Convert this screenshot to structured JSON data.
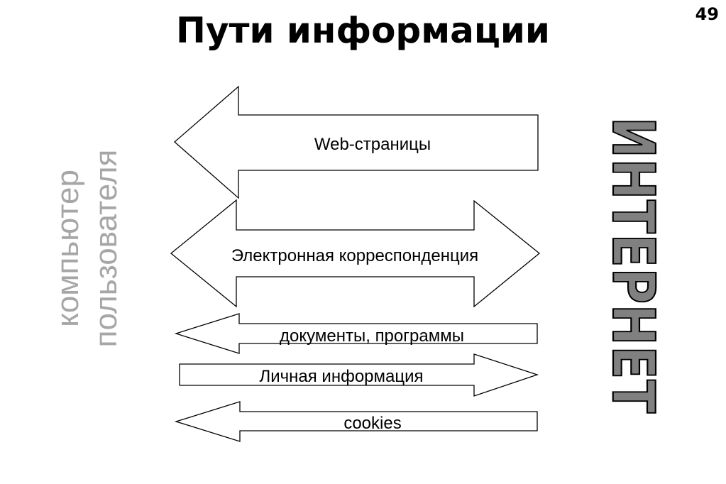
{
  "slide": {
    "title": "Пути информации",
    "page_number": "49"
  },
  "side_labels": {
    "left_line1": "компьютер",
    "left_line2": "пользователя",
    "right": "ИНТЕРНЕТ"
  },
  "arrows": [
    {
      "label": "Web-страницы",
      "direction": "left"
    },
    {
      "label": "Электронная корреспонденция",
      "direction": "both"
    },
    {
      "label": "документы, программы",
      "direction": "left"
    },
    {
      "label": "Личная информация",
      "direction": "right"
    },
    {
      "label": "cookies",
      "direction": "left"
    }
  ],
  "colors": {
    "left_label": "#a6a6a6",
    "right_label_fill": "#808080",
    "outline": "#000000"
  }
}
